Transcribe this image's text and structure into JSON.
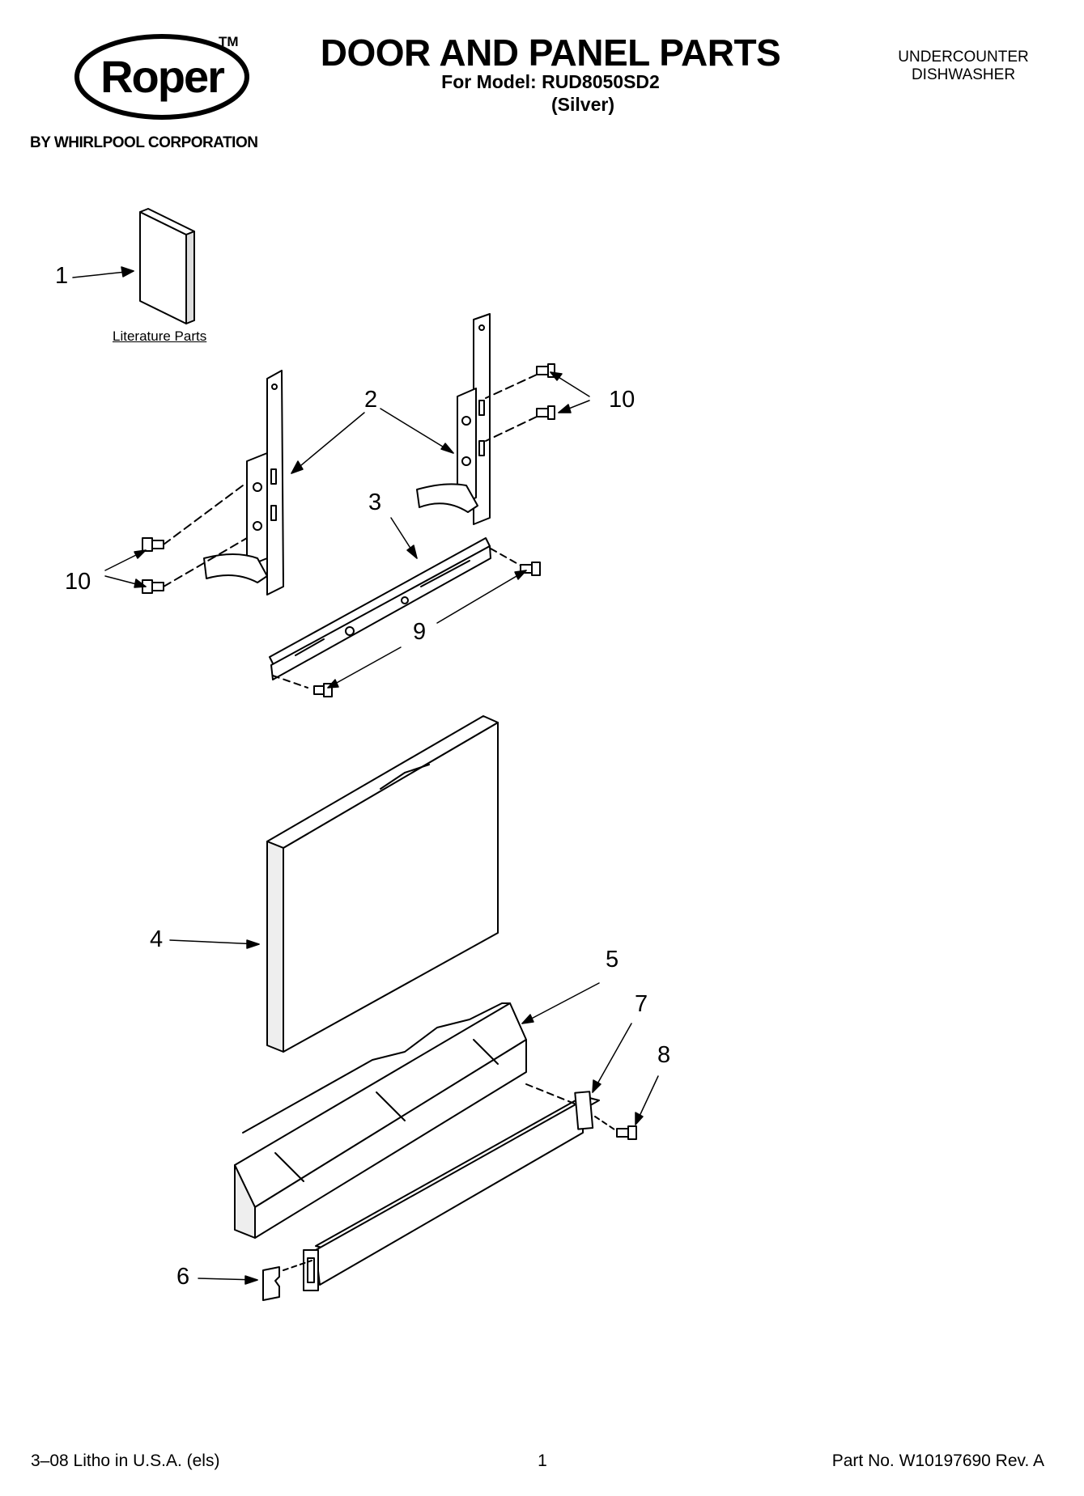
{
  "header": {
    "brand": "Roper",
    "trademark": "TM",
    "corporation": "BY WHIRLPOOL CORPORATION",
    "title": "DOOR AND PANEL PARTS",
    "model_line": "For Model: RUD8050SD2",
    "model_variant": "(Silver)",
    "category_line1": "UNDERCOUNTER",
    "category_line2": "DISHWASHER"
  },
  "diagram": {
    "literature_label": "Literature Parts",
    "callouts": [
      {
        "id": "c1",
        "text": "1"
      },
      {
        "id": "c2",
        "text": "2"
      },
      {
        "id": "c3",
        "text": "3"
      },
      {
        "id": "c4",
        "text": "4"
      },
      {
        "id": "c5",
        "text": "5"
      },
      {
        "id": "c6",
        "text": "6"
      },
      {
        "id": "c7",
        "text": "7"
      },
      {
        "id": "c8",
        "text": "8"
      },
      {
        "id": "c9",
        "text": "9"
      },
      {
        "id": "c10a",
        "text": "10"
      },
      {
        "id": "c10b",
        "text": "10"
      }
    ]
  },
  "footer": {
    "litho": "3–08 Litho in U.S.A. (els)",
    "page": "1",
    "part_no": "Part No. W10197690 Rev. A"
  }
}
